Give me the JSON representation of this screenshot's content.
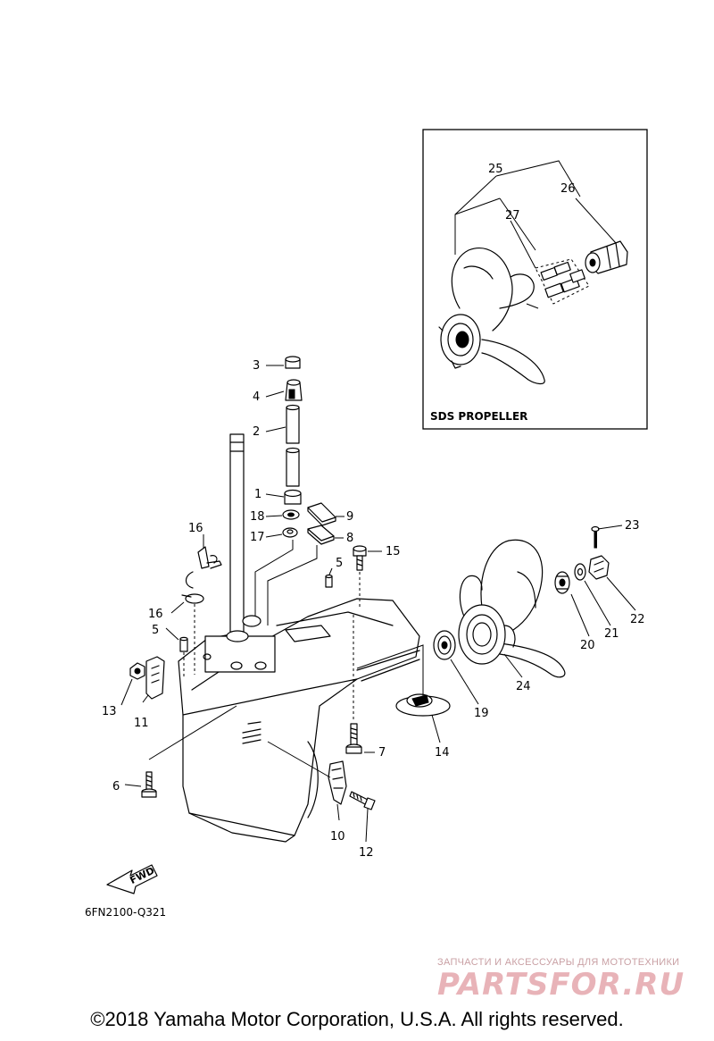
{
  "inset": {
    "title": "SDS PROPELLER"
  },
  "callouts": {
    "p1": "1",
    "p2": "2",
    "p3": "3",
    "p4": "4",
    "p5a": "5",
    "p5b": "5",
    "p6": "6",
    "p7": "7",
    "p8": "8",
    "p9": "9",
    "p10": "10",
    "p11": "11",
    "p12": "12",
    "p13": "13",
    "p14": "14",
    "p15": "15",
    "p16a": "16",
    "p16b": "16",
    "p17": "17",
    "p18": "18",
    "p19": "19",
    "p20": "20",
    "p21": "21",
    "p22": "22",
    "p23": "23",
    "p24": "24",
    "p25": "25",
    "p26": "26",
    "p27": "27"
  },
  "fwd_label": "FWD",
  "diagram_code": "6FN2100-Q321",
  "watermark": {
    "tagline": "ЗАПЧАСТИ И АКСЕССУАРЫ ДЛЯ МОТОТЕХНИКИ",
    "brand": "PARTSFOR.RU"
  },
  "copyright": "©2018 Yamaha Motor Corporation, U.S.A. All rights reserved."
}
